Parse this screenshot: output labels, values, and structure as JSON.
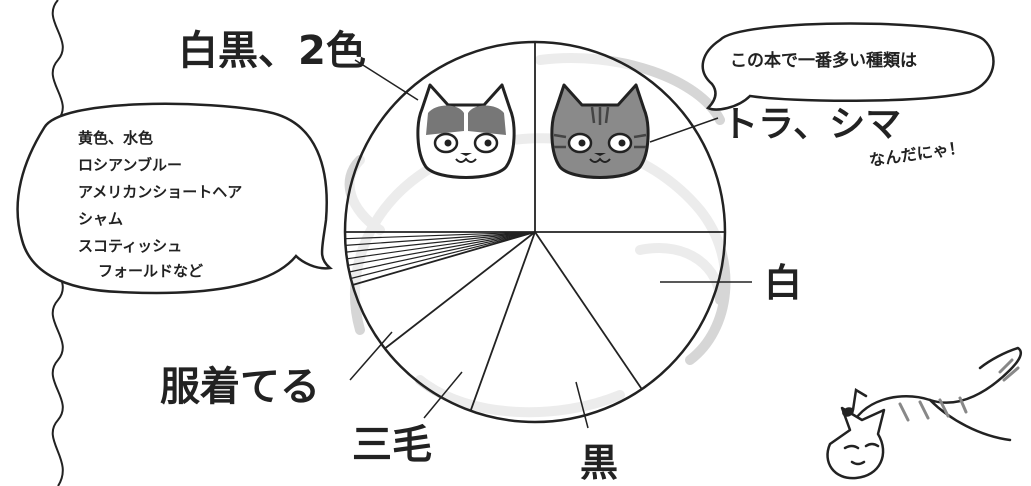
{
  "chart_data": {
    "type": "pie",
    "title": "",
    "labels": {
      "white_black": "白黒、2色",
      "tabby": "トラ、シマ",
      "white": "白",
      "black": "黒",
      "calico": "三毛",
      "clothed": "服着てる"
    },
    "slices": [
      {
        "name": "トラ、シマ",
        "value": 25.0
      },
      {
        "name": "白",
        "value": 15.5
      },
      {
        "name": "黒",
        "value": 15.0
      },
      {
        "name": "三毛",
        "value": 9.0
      },
      {
        "name": "服着てる",
        "value": 6.0
      },
      {
        "name": "黄色、水色 / ロシアンブルー / アメリカンショートヘア / シャム / スコティッシュフォールドなど",
        "value": 4.5
      },
      {
        "name": "白黒、2色",
        "value": 25.0
      }
    ],
    "minor_slice_count": 8
  },
  "bubble_left": {
    "lines": [
      "黄色、水色",
      "ロシアンブルー",
      "アメリカンショートヘア",
      "シャム",
      "スコティッシュ",
      "フォールドなど"
    ]
  },
  "bubble_right": {
    "text": "この本で一番多い種類は",
    "tail_text": "なんだにゃ！"
  },
  "colors": {
    "ink": "#222222",
    "cat_gray": "#8a8a8a",
    "background_cat": "#d9d9d9"
  },
  "icons": [
    "white-black-cat-face-icon",
    "tabby-cat-face-icon",
    "sleeping-cat-icon",
    "music-note-icon"
  ]
}
